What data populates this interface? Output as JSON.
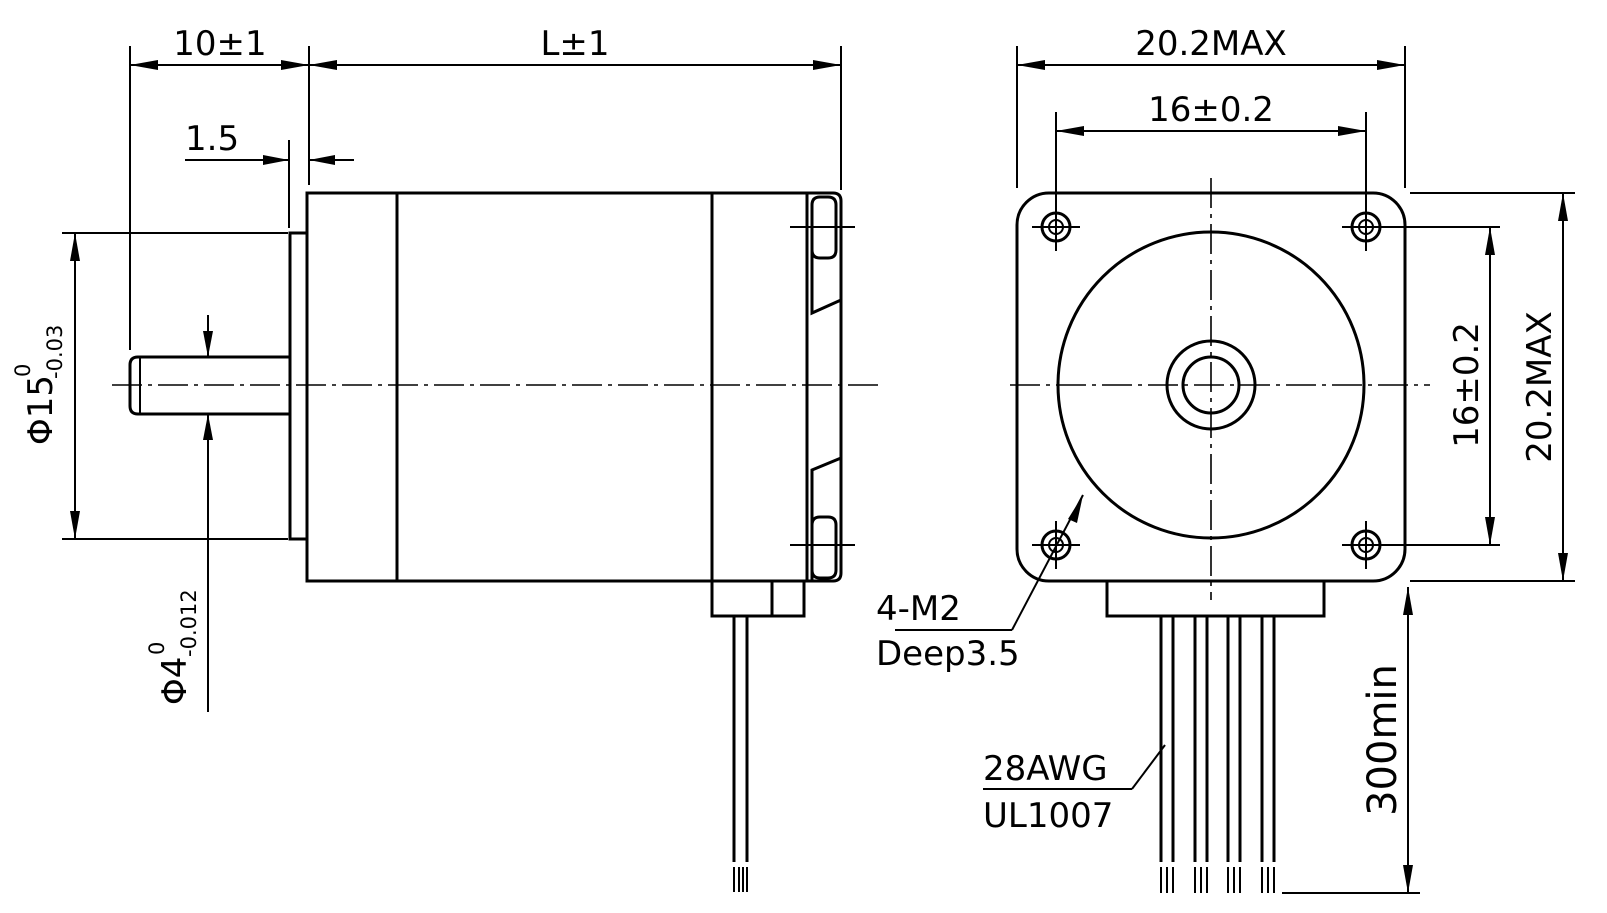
{
  "side_view": {
    "shaft_length": "10±1",
    "body_length": "L±1",
    "flange_offset": "1.5",
    "boss_diameter": "Φ15",
    "boss_tolerance_upper": "0",
    "boss_tolerance_lower": "-0.03",
    "shaft_diameter": "Φ4",
    "shaft_tolerance_upper": "0",
    "shaft_tolerance_lower": "-0.012"
  },
  "front_view": {
    "width_max": "20.2MAX",
    "hole_spacing_h": "16±0.2",
    "hole_spacing_v": "16±0.2",
    "height_max": "20.2MAX",
    "mount_holes": "4-M2",
    "hole_depth": "Deep3.5",
    "wire_gauge": "28AWG",
    "wire_standard": "UL1007",
    "lead_length": "300min"
  }
}
